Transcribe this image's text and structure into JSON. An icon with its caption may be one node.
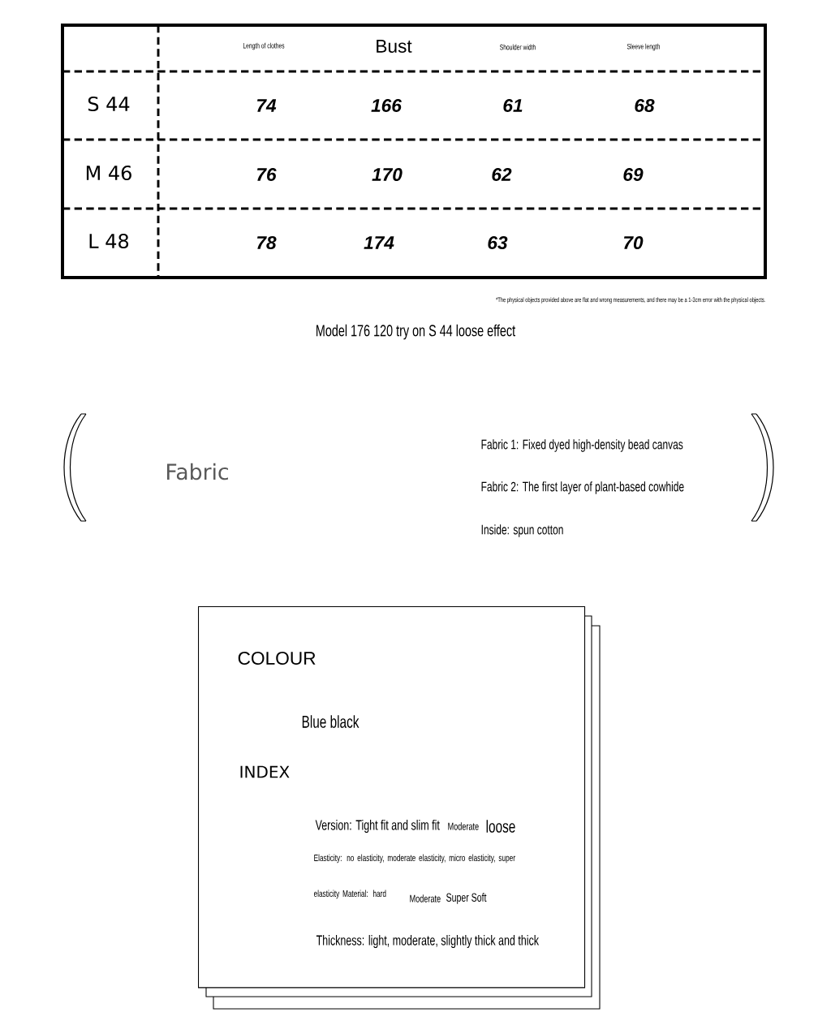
{
  "diagram": {
    "nodes": [
      {
        "text": [
          "COLOUR",
          "Blue black",
          "INDEX",
          "Version: Tight fit and slim fit",
          "Moderate",
          "loose",
          "Elasticity: no elasticity, moderate elasticity, micro elasticity, super elasticity Material: hard",
          "Moderate",
          "Super Soft",
          "Thickness: light, moderate, slightly thick and thick"
        ]
      }
    ],
    "edges": [],
    "labels": [
      "Length of clothes",
      "Bust",
      "Shoulder width",
      "Sleeve length",
      "S 44",
      "74",
      "166",
      "61",
      "68",
      "M 46",
      "76",
      "170",
      "62",
      "69",
      "L 48",
      "78",
      "174",
      "63",
      "70",
      "*The physical objects provided above are flat and wrong measurements, and there may be a 1-3cm error with the physical objects.",
      "Model 176 120 try on S 44 loose effect",
      "Fabric",
      "Fabric 1: Fixed dyed high-density bead canvas",
      "Fabric 2: The first layer of plant-based cowhide",
      "Inside: spun cotton"
    ]
  }
}
